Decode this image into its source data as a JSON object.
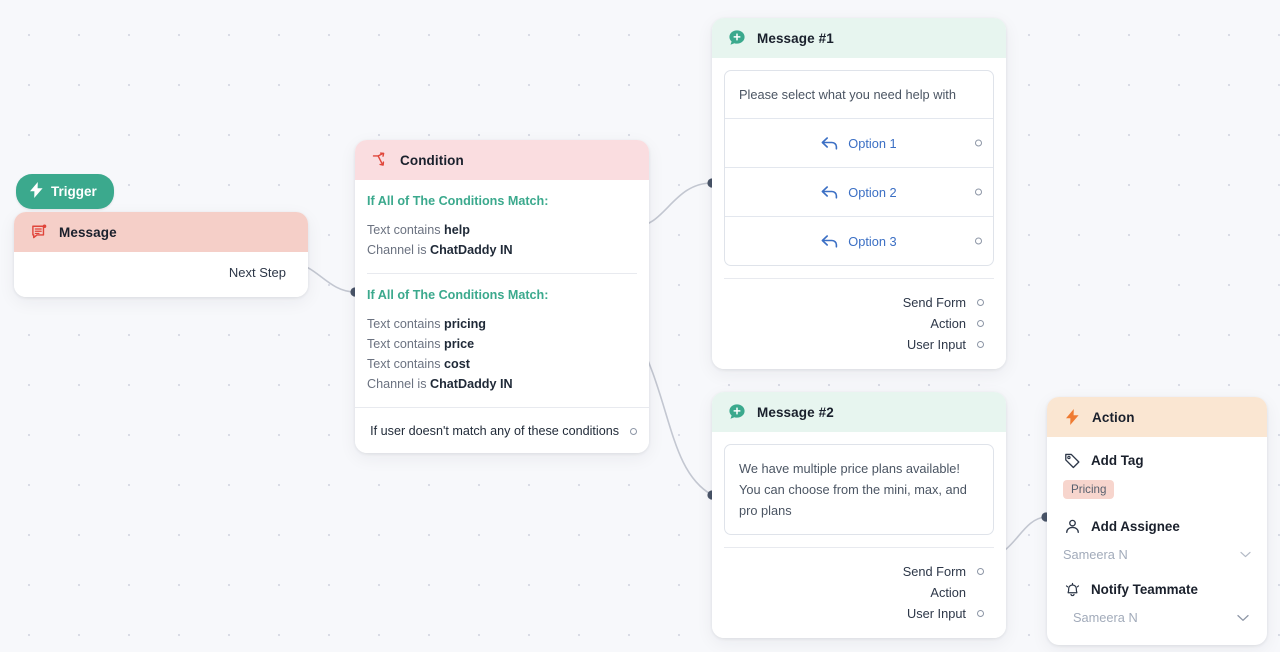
{
  "canvas": {
    "background_color": "#f7f8fb",
    "dot_color": "#d7dae4",
    "wire_color": "#c3c7d1",
    "wire_dot_color": "#4a5568"
  },
  "trigger": {
    "label": "Trigger",
    "icon": "lightning-bolt-icon",
    "color": "#3ba98d"
  },
  "message_node": {
    "header_label": "Message",
    "header_icon": "message-lines-icon",
    "header_color": "#f5cfc8",
    "next_step_label": "Next Step"
  },
  "condition_node": {
    "header_label": "Condition",
    "header_icon": "branch-arrow-icon",
    "header_color": "#fadde0",
    "groups": [
      {
        "title": "If All of The Conditions Match:",
        "rules": [
          {
            "prefix": "Text contains ",
            "value": "help"
          },
          {
            "prefix": "Channel is ",
            "value": "ChatDaddy IN"
          }
        ]
      },
      {
        "title": "If All of The Conditions Match:",
        "rules": [
          {
            "prefix": "Text contains ",
            "value": "pricing"
          },
          {
            "prefix": "Text contains ",
            "value": "price"
          },
          {
            "prefix": "Text contains ",
            "value": "cost"
          },
          {
            "prefix": "Channel is ",
            "value": "ChatDaddy IN"
          }
        ]
      }
    ],
    "fallback_label": "If user doesn't match any of these conditions",
    "title_color": "#3ba98d"
  },
  "message1_node": {
    "header_label": "Message #1",
    "header_icon": "chat-bubble-plus-icon",
    "header_color": "#e7f5ef",
    "body_text": "Please select what you need help with",
    "options": [
      {
        "label": "Option 1",
        "icon": "reply-arrow-icon"
      },
      {
        "label": "Option 2",
        "icon": "reply-arrow-icon"
      },
      {
        "label": "Option 3",
        "icon": "reply-arrow-icon"
      }
    ],
    "ports": [
      {
        "label": "Send Form"
      },
      {
        "label": "Action"
      },
      {
        "label": "User Input"
      }
    ]
  },
  "message2_node": {
    "header_label": "Message #2",
    "header_icon": "chat-bubble-plus-icon",
    "header_color": "#e7f5ef",
    "body_text": "We have multiple price plans available! You can choose from the mini, max, and pro plans",
    "ports": [
      {
        "label": "Send Form"
      },
      {
        "label": "Action"
      },
      {
        "label": "User Input"
      }
    ]
  },
  "action_node": {
    "header_label": "Action",
    "header_icon": "lightning-bolt-icon",
    "header_color": "#fae6d2",
    "add_tag": {
      "label": "Add Tag",
      "icon": "tag-icon",
      "chip": "Pricing",
      "chip_color": "#f7d5cd"
    },
    "add_assignee": {
      "label": "Add Assignee",
      "icon": "user-icon",
      "value": "Sameera N",
      "chevron": "chevron-down-icon"
    },
    "notify_teammate": {
      "label": "Notify Teammate",
      "icon": "bell-ring-icon",
      "value": "Sameera N",
      "chevron": "chevron-down-icon"
    }
  }
}
